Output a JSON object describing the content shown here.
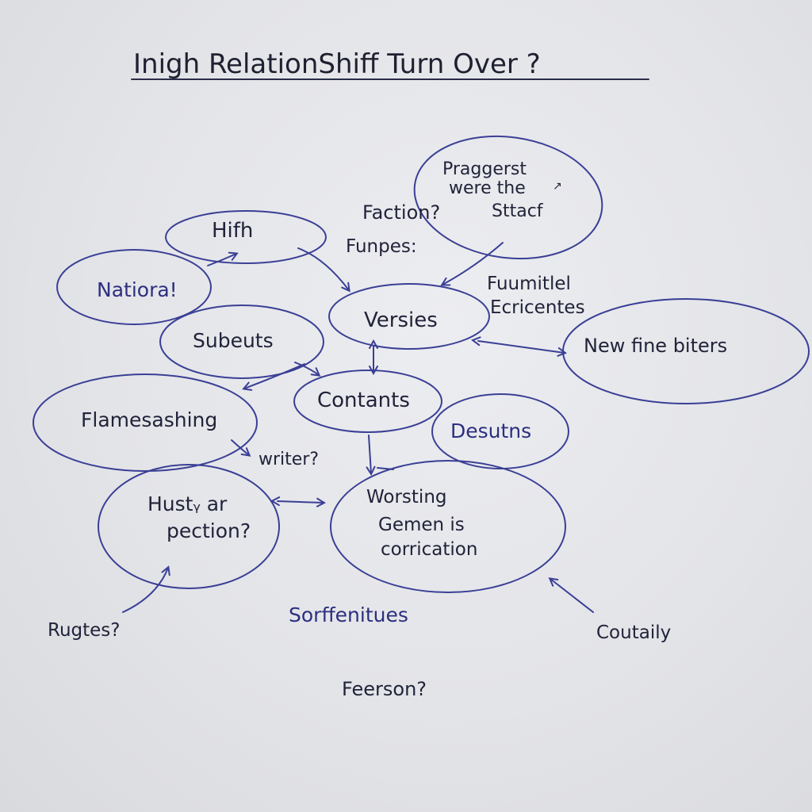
{
  "title": "Inigh RelationShiff Turn Over ?",
  "nodes": {
    "pragments": [
      "Praggerst",
      "were the",
      "Sttacf"
    ],
    "hifh": "Hifh",
    "nationa": "Natiora!",
    "versies": "Versies",
    "subeuts": "Subeuts",
    "new_fine_bites": "New fine biters",
    "contants": "Contants",
    "flamesashing": "Flamesashing",
    "desutns": "Desutns",
    "husti": [
      "Hustᵧ ar",
      "pection?"
    ],
    "worsting": [
      "Worsting",
      "Gemen is",
      "corrication"
    ]
  },
  "free_labels": {
    "faction": "Faction?",
    "funpes": "Funpes:",
    "fuumitlel": "Fuumitlel",
    "ecricentes": "Ecricentes",
    "writer": "writer?",
    "rugtes": "Rugtes?",
    "sorffenitues": "Sorffenitues",
    "coutaily": "Coutaily",
    "feerson": "Feerson?"
  },
  "colors": {
    "blue_ink": "#3a3f95",
    "dark_ink": "#2a2c48",
    "board": "#e4e5e9"
  }
}
